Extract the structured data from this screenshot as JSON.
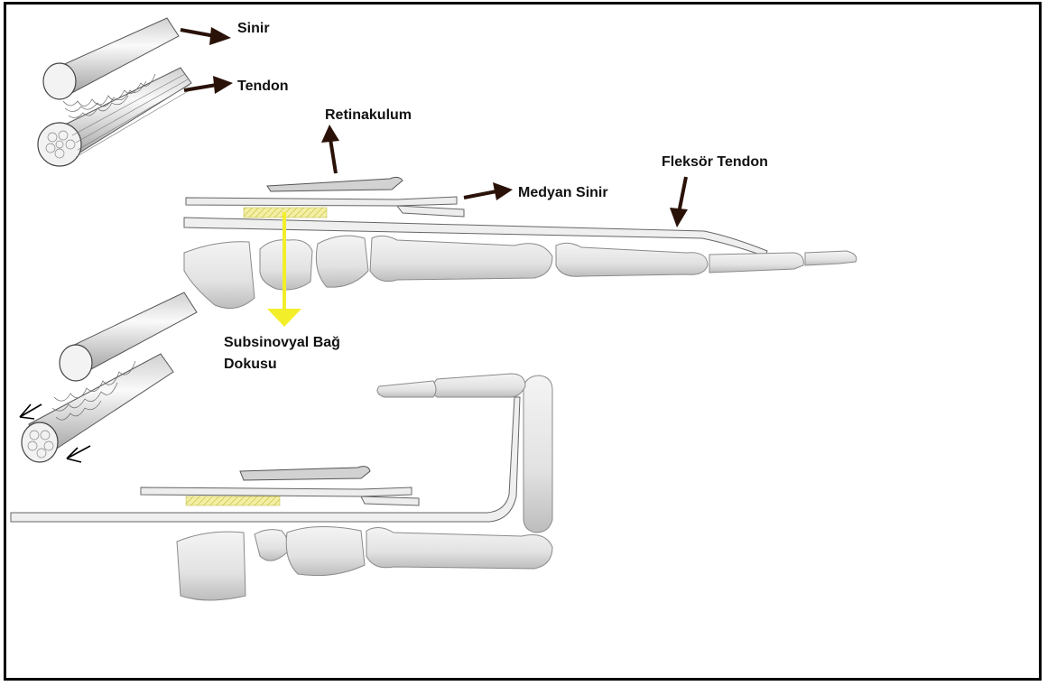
{
  "labels": {
    "sinir": "Sinir",
    "tendon": "Tendon",
    "retinakulum": "Retinakulum",
    "medyan_sinir": "Medyan Sinir",
    "fleksor_tendon": "Fleksör Tendon",
    "subsinovyal_line1": "Subsinovyal Bağ",
    "subsinovyal_line2": "Dokusu"
  },
  "colors": {
    "arrow_dark": "#2a1208",
    "arrow_yellow": "#f2ef2a",
    "bone_fill": "#e6e6e6",
    "bone_stroke": "#8a8a8a",
    "hatch": "#e8e27a"
  }
}
